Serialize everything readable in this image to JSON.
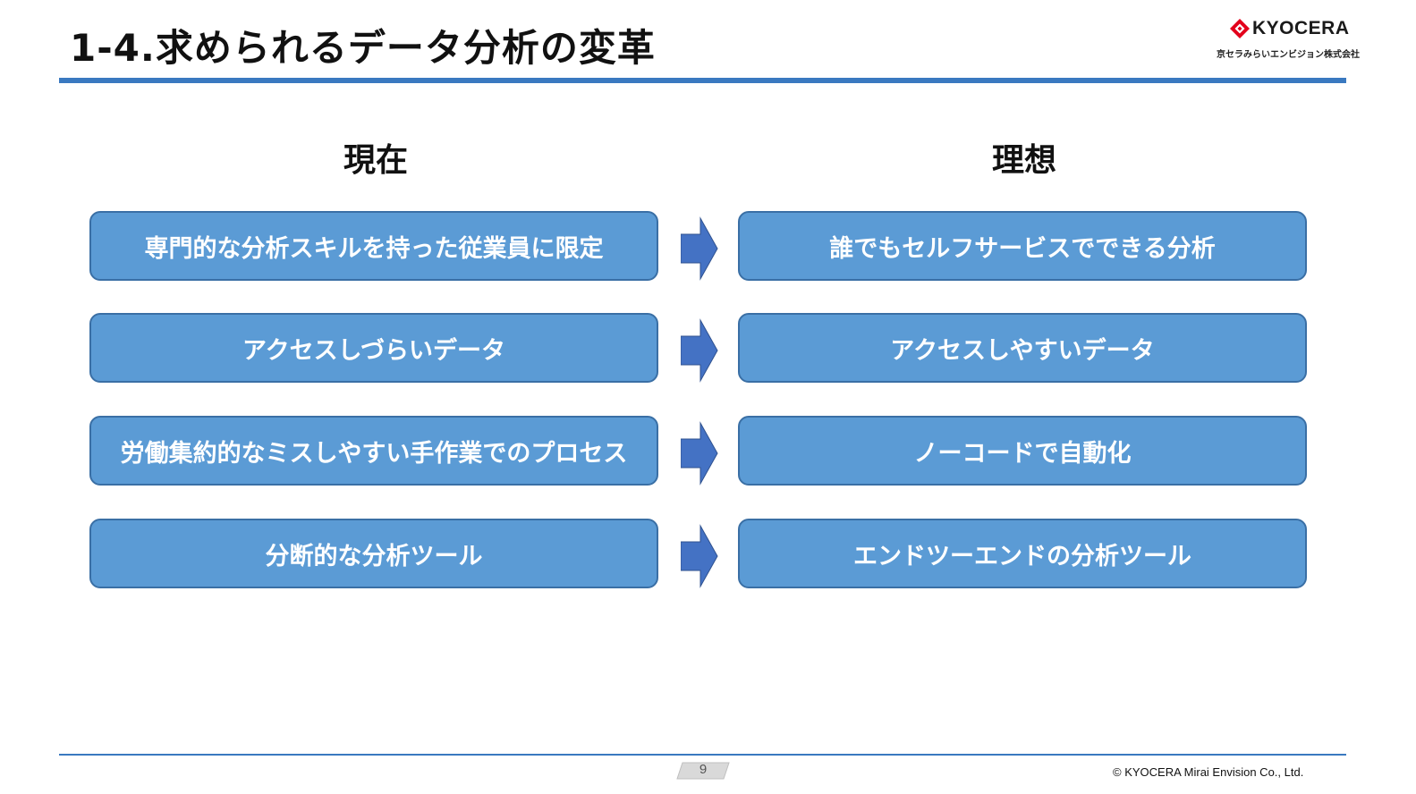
{
  "slide": {
    "title": "1-4.求められるデータ分析の変革",
    "page_number": "9",
    "copyright": "© KYOCERA Mirai Envision Co., Ltd."
  },
  "logo": {
    "wordmark": "KYOCERA",
    "company_ja": "京セラみらいエンビジョン株式会社",
    "icon": "kyocera-mark-icon"
  },
  "columns": {
    "current_heading": "現在",
    "ideal_heading": "理想"
  },
  "rows": [
    {
      "current": "専門的な分析スキルを持った従業員に限定",
      "ideal": "誰でもセルフサービスでできる分析"
    },
    {
      "current": "アクセスしづらいデータ",
      "ideal": "アクセスしやすいデータ"
    },
    {
      "current": "労働集約的なミスしやすい手作業でのプロセス",
      "ideal": "ノーコードで自動化"
    },
    {
      "current": "分断的な分析ツール",
      "ideal": "エンドツーエンドの分析ツール"
    }
  ],
  "colors": {
    "accent": "#3a79c0",
    "box_fill": "#5b9bd5",
    "box_border": "#3a6fa5",
    "arrow_fill": "#4472c4",
    "logo_red": "#e3001b"
  }
}
